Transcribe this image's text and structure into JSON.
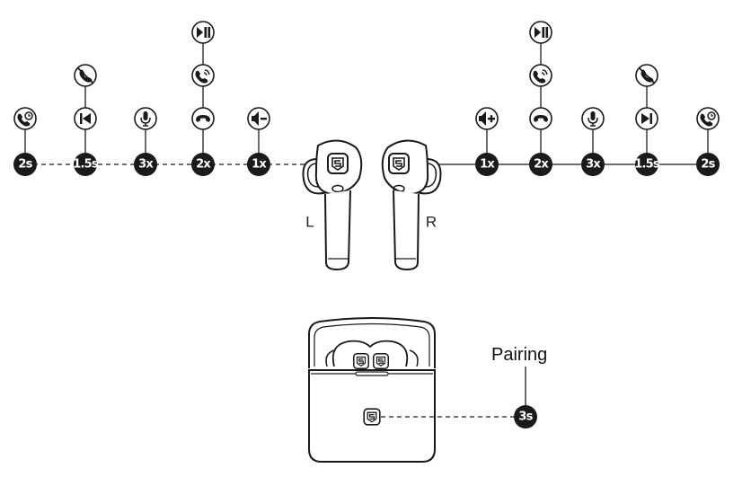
{
  "left_bud": {
    "label": "L",
    "controls": [
      {
        "badge": "2s",
        "icons": [
          "phone-ring-icon"
        ]
      },
      {
        "badge": "1.5s",
        "icons": [
          "previous-track-icon",
          "reject-call-icon"
        ]
      },
      {
        "badge": "3x",
        "icons": [
          "microphone-icon"
        ]
      },
      {
        "badge": "2x",
        "icons": [
          "hang-up-icon",
          "answer-call-icon",
          "play-pause-icon"
        ]
      },
      {
        "badge": "1x",
        "icons": [
          "volume-down-icon"
        ]
      }
    ]
  },
  "right_bud": {
    "label": "R",
    "controls": [
      {
        "badge": "1x",
        "icons": [
          "volume-up-icon"
        ]
      },
      {
        "badge": "2x",
        "icons": [
          "hang-up-icon",
          "answer-call-icon",
          "play-pause-icon"
        ]
      },
      {
        "badge": "3x",
        "icons": [
          "microphone-icon"
        ]
      },
      {
        "badge": "1.5s",
        "icons": [
          "next-track-icon",
          "reject-call-icon"
        ]
      },
      {
        "badge": "2s",
        "icons": [
          "phone-ring-icon"
        ]
      }
    ]
  },
  "case": {
    "pairing_label": "Pairing",
    "pairing_badge": "3s"
  },
  "colors": {
    "ink": "#1a1a1a",
    "background": "#ffffff"
  }
}
